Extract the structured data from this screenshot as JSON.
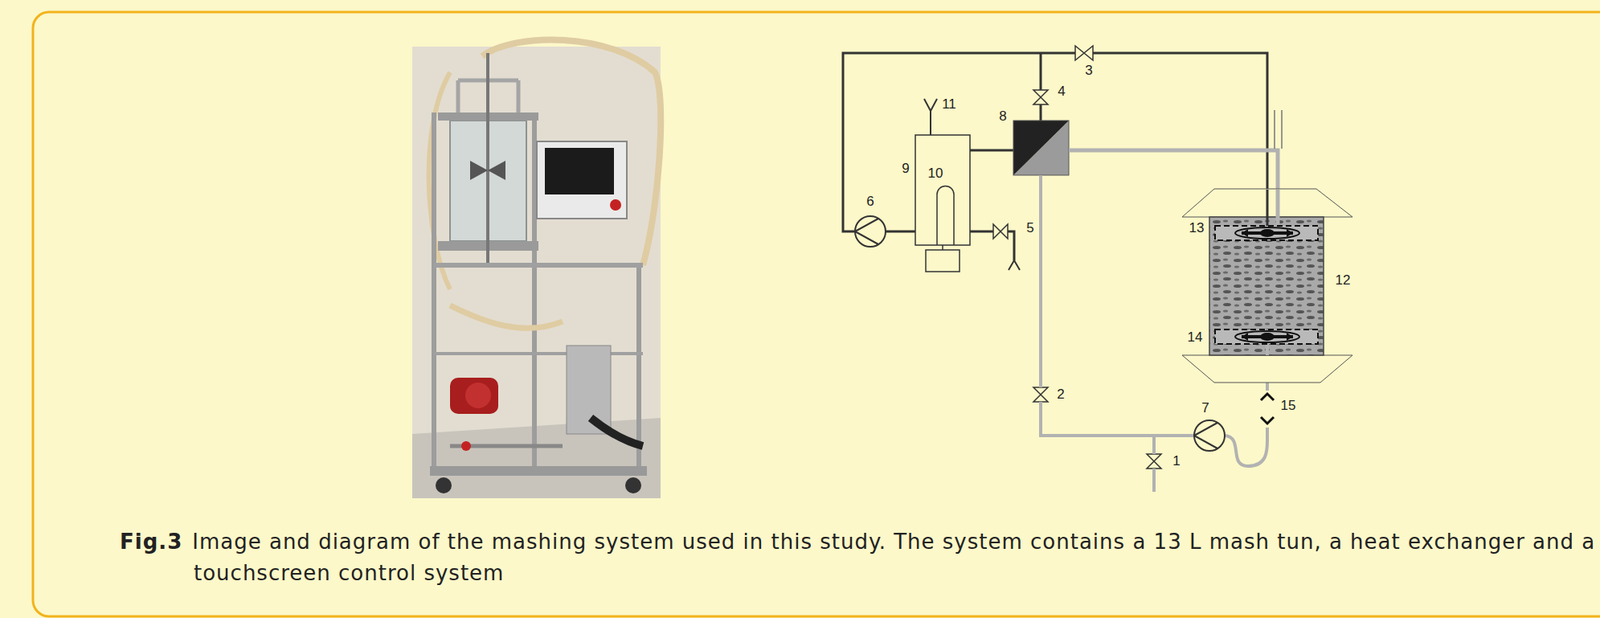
{
  "diagram": {
    "caption": "Image and diagram of the mashing system used in this study. The system contains a 13 L mash tun, a heat exchanger and a touchscreen control system",
    "labels": [
      "Fig.3",
      "11",
      "3",
      "4",
      "8",
      "9",
      "10",
      "6",
      "5",
      "13",
      "12",
      "14",
      "2",
      "15",
      "7",
      "1"
    ]
  }
}
